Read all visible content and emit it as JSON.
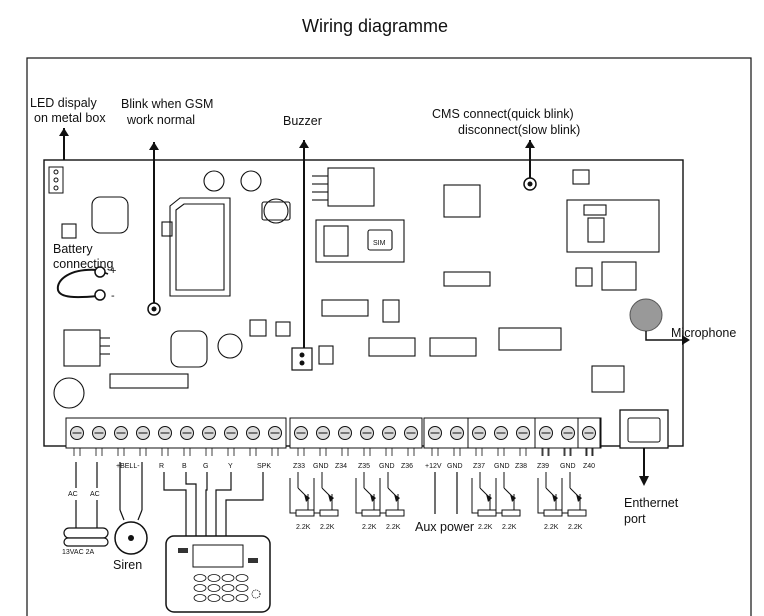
{
  "title": "Wiring diagramme",
  "labels": {
    "led_display_line1": "LED dispaly",
    "led_display_line2": "on metal box",
    "blink_gsm_line1": "Blink when GSM",
    "blink_gsm_line2": "work normal",
    "buzzer": "Buzzer",
    "cms_line1": "CMS connect(quick blink)",
    "cms_line2": "disconnect(slow blink)",
    "battery_line1": "Battery",
    "battery_line2": "connecting",
    "plus": "+",
    "minus": "-",
    "microphone": "Microphone",
    "ethernet_line1": "Enthernet",
    "ethernet_line2": "port",
    "sim": "SIM",
    "aux_power": "Aux power",
    "siren": "Siren",
    "ac_rating": "13VAC 2A"
  },
  "terminal_labels": {
    "ac1": "AC",
    "ac2": "AC",
    "bell": "+BELL-",
    "r": "R",
    "b": "B",
    "g": "G",
    "y": "Y",
    "spk": "SPK",
    "z33": "Z33",
    "gnd1": "GND",
    "z34": "Z34",
    "z35": "Z35",
    "gnd2": "GND",
    "z36": "Z36",
    "v12": "+12V",
    "gnd3": "GND",
    "z37": "Z37",
    "gnd4": "GND",
    "z38": "Z38",
    "z39": "Z39",
    "gnd5": "GND",
    "z40": "Z40"
  },
  "resistor_label": "2.2K",
  "colors": {
    "line": "#111111",
    "board": "#ffffff",
    "terminal": "#dcdcdc"
  }
}
